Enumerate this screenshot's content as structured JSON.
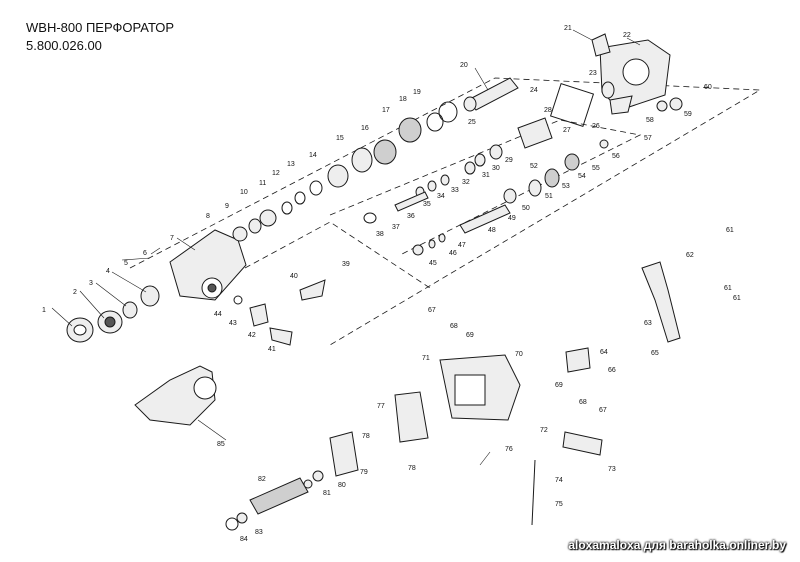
{
  "header": {
    "title": "WBH-800 ПЕРФОРАТОР",
    "code": "5.800.026.00"
  },
  "watermark": "aloxamaloxa для baraholka.onliner.by",
  "colors": {
    "ink": "#1a1a1a",
    "fill": "#eeeeee",
    "dark": "#555555"
  },
  "part_numbers": [
    "1",
    "2",
    "3",
    "4",
    "5",
    "6",
    "7",
    "8",
    "9",
    "10",
    "11",
    "12",
    "13",
    "14",
    "15",
    "16",
    "17",
    "18",
    "19",
    "20",
    "21",
    "22",
    "23",
    "24",
    "25",
    "26",
    "27",
    "28",
    "29",
    "30",
    "31",
    "32",
    "33",
    "34",
    "35",
    "36",
    "37",
    "38",
    "39",
    "40",
    "41",
    "42",
    "43",
    "44",
    "45",
    "46",
    "47",
    "48",
    "49",
    "50",
    "51",
    "52",
    "53",
    "54",
    "55",
    "56",
    "57",
    "58",
    "59",
    "60",
    "61",
    "61",
    "61",
    "62",
    "63",
    "64",
    "65",
    "66",
    "67",
    "67",
    "68",
    "68",
    "69",
    "69",
    "70",
    "71",
    "72",
    "73",
    "74",
    "75",
    "76",
    "77",
    "78",
    "78",
    "79",
    "80",
    "81",
    "82",
    "83",
    "84",
    "85"
  ]
}
